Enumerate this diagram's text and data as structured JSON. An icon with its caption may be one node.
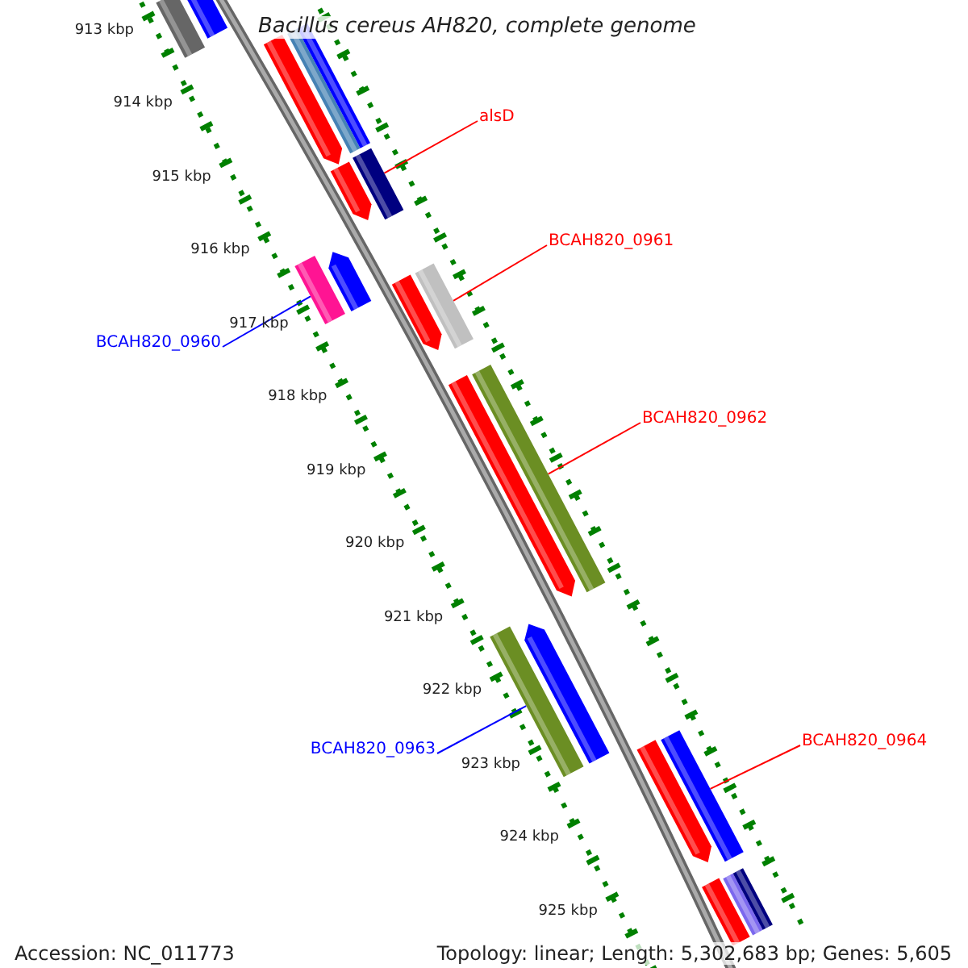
{
  "diagram": {
    "title": "Bacillus cereus AH820, complete genome",
    "nodes": [
      {
        "text": [
          "alsD"
        ]
      },
      {
        "text": [
          "BCAH820_0961"
        ]
      },
      {
        "text": [
          "BCAH820_0960"
        ]
      },
      {
        "text": [
          "BCAH820_0962"
        ]
      },
      {
        "text": [
          "BCAH820_0963"
        ]
      },
      {
        "text": [
          "BCAH820_0964"
        ]
      },
      {
        "text": [],
        "shape": "bar"
      },
      {
        "text": [],
        "shape": "bar"
      },
      {
        "text": [],
        "shape": "bar"
      },
      {
        "text": [],
        "shape": "bar"
      },
      {
        "text": [],
        "shape": "bar"
      },
      {
        "text": [],
        "shape": "bar"
      },
      {
        "text": [],
        "shape": "bar"
      },
      {
        "text": [],
        "shape": "bar"
      },
      {
        "text": [],
        "shape": "bar"
      },
      {
        "text": [],
        "shape": "bar"
      },
      {
        "text": [],
        "shape": "bar"
      },
      {
        "text": [],
        "shape": "bar"
      },
      {
        "text": [],
        "shape": "bar"
      },
      {
        "text": [],
        "shape": "bar"
      },
      {
        "text": [],
        "shape": "bar"
      },
      {
        "text": [],
        "shape": "bar"
      },
      {
        "text": [],
        "shape": "bar"
      },
      {
        "text": [],
        "shape": "bar"
      },
      {
        "text": [],
        "shape": "bar"
      },
      {
        "text": [],
        "shape": "bar"
      }
    ],
    "edges": [
      {
        "from": 0,
        "to": 12,
        "arrow": "none"
      },
      {
        "from": 1,
        "to": 16,
        "arrow": "none"
      },
      {
        "from": 2,
        "to": 13,
        "arrow": "none",
        "color": "#0000ff"
      },
      {
        "from": 3,
        "to": 18,
        "arrow": "none"
      },
      {
        "from": 4,
        "to": 19,
        "arrow": "none",
        "color": "#0000ff"
      },
      {
        "from": 5,
        "to": 22,
        "arrow": "none"
      }
    ],
    "labels": [
      "913 kbp",
      "914 kbp",
      "915 kbp",
      "916 kbp",
      "917 kbp",
      "918 kbp",
      "919 kbp",
      "920 kbp",
      "921 kbp",
      "922 kbp",
      "923 kbp",
      "924 kbp",
      "925 kbp",
      "Accession: NC_011773",
      "Topology: linear; Length: 5,302,683 bp; Genes: 5,605"
    ]
  }
}
